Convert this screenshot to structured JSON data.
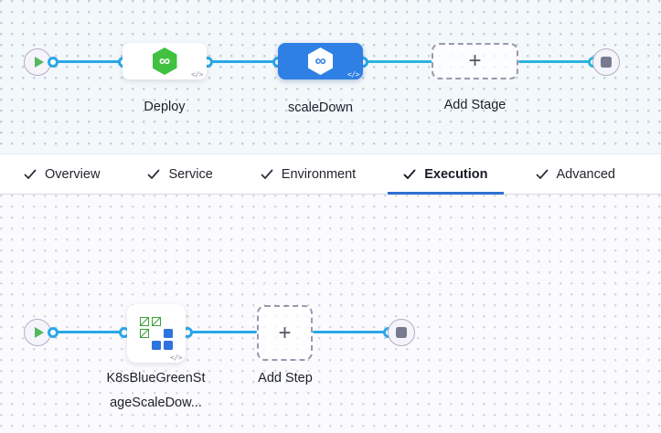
{
  "stage_canvas": {
    "stages": [
      {
        "label": "Deploy",
        "icon": "cd-hexagon-icon",
        "selected": false
      },
      {
        "label": "scaleDown",
        "icon": "cd-hexagon-icon",
        "selected": true
      }
    ],
    "add_stage": {
      "label": "Add Stage"
    }
  },
  "tabs": [
    {
      "label": "Overview",
      "checked": true,
      "active": false
    },
    {
      "label": "Service",
      "checked": true,
      "active": false
    },
    {
      "label": "Environment",
      "checked": true,
      "active": false
    },
    {
      "label": "Execution",
      "checked": true,
      "active": true
    },
    {
      "label": "Advanced",
      "checked": true,
      "active": false
    }
  ],
  "step_canvas": {
    "steps": [
      {
        "label_line1": "K8sBlueGreenSt",
        "label_line2": "ageScaleDow...",
        "icon": "k8s-bluegreen-icon"
      }
    ],
    "add_step": {
      "label": "Add Step"
    }
  },
  "colors": {
    "connector_blue": "#2AA7E8",
    "connector_cyan": "#2CB3DC",
    "selected_stage_blue": "#2F80E5",
    "cd_icon_green": "#40C140",
    "k8s_green": "#3EA13B",
    "k8s_blue": "#2D74DD",
    "active_tab_underline": "#2E6FD3",
    "canvas_top_bg": "#F3F8FB",
    "canvas_bottom_bg": "#FBFBFE"
  }
}
